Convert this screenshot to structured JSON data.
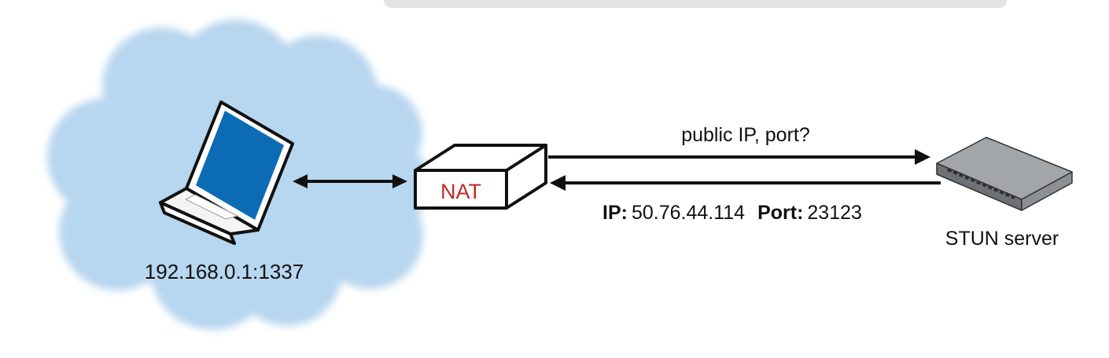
{
  "diagram": {
    "laptop": {
      "address": "192.168.0.1:1337"
    },
    "nat": {
      "label": "NAT"
    },
    "request": {
      "label": "public IP, port?"
    },
    "response": {
      "ip_key": "IP:",
      "ip_value": "50.76.44.114",
      "port_key": "Port:",
      "port_value": "23123"
    },
    "server": {
      "label": "STUN server"
    }
  },
  "colors": {
    "cloud": "#b7d6ef",
    "screen": "#0b6cb5",
    "nat_text": "#c22a2a",
    "line": "#111111",
    "server_body": "#8c8f93"
  },
  "icons": [
    "laptop-icon",
    "nat-device-icon",
    "server-icon",
    "cloud-shape"
  ]
}
